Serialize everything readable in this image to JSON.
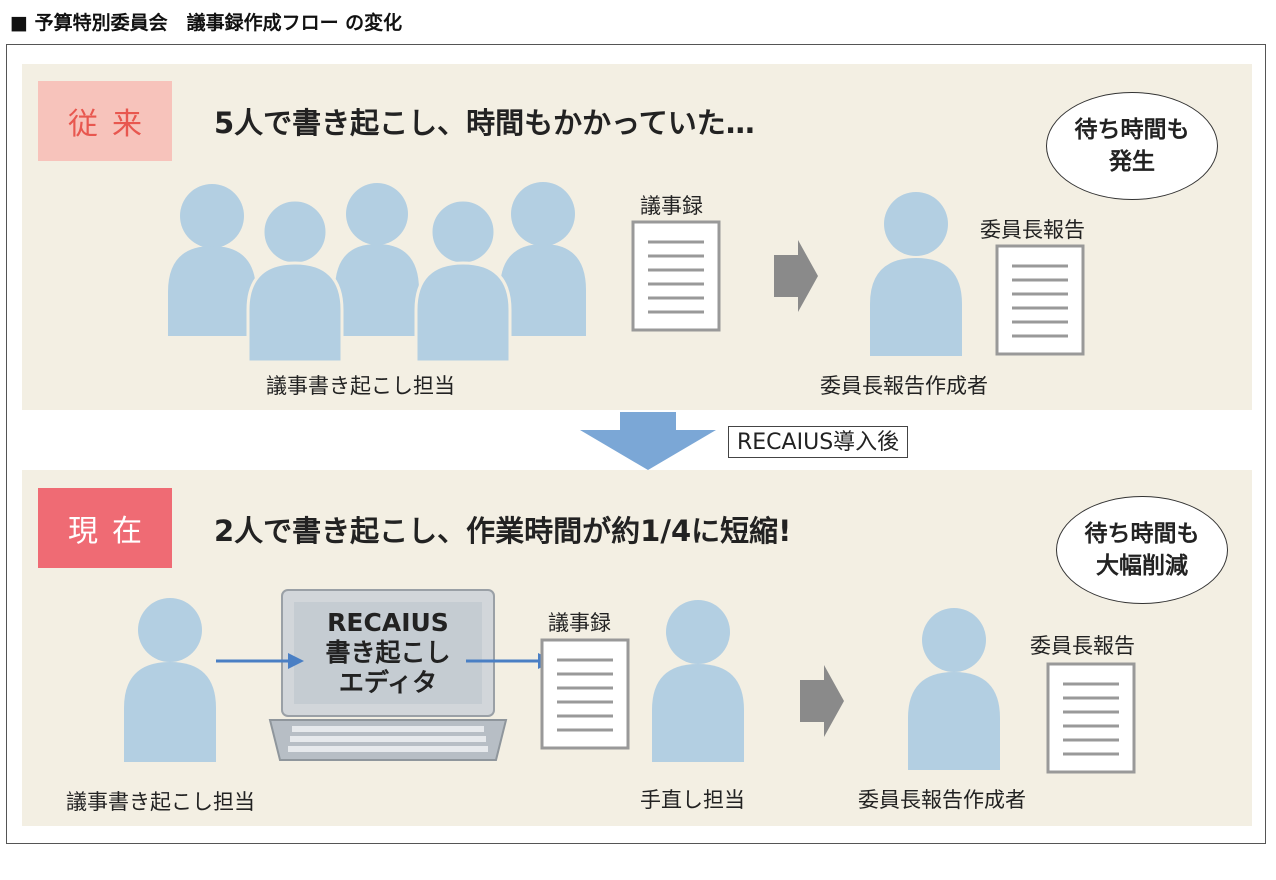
{
  "title": "■ 予算特別委員会　議事録作成フロー の変化",
  "before": {
    "tag": "従来",
    "headline": "5人で書き起こし、時間もかかっていた…",
    "bubble": [
      "待ち時間も",
      "発生"
    ],
    "labels": {
      "transcribers": "議事書き起こし担当",
      "minutes_doc": "議事録",
      "report_doc": "委員長報告",
      "reporter": "委員長報告作成者"
    }
  },
  "transition": {
    "label": "RECAIUS導入後"
  },
  "after": {
    "tag": "現在",
    "headline": "2人で書き起こし、作業時間が約1/4に短縮!",
    "bubble": [
      "待ち時間も",
      "大幅削減"
    ],
    "screen_text": [
      "RECAIUS",
      "書き起こし",
      "エディタ"
    ],
    "labels": {
      "transcriber": "議事書き起こし担当",
      "minutes_doc": "議事録",
      "editor": "手直し担当",
      "report_doc": "委員長報告",
      "reporter": "委員長報告作成者"
    }
  },
  "colors": {
    "panel_bg": "#f3efe3",
    "person": "#b3cfe2",
    "tag_before_bg": "#f7c3bb",
    "tag_before_text": "#e8574f",
    "tag_after_bg": "#ef6b74",
    "arrow_blue": "#7ba7d6",
    "flow_arrow": "#4a7fc4",
    "gray_arrow": "#8a8a8a"
  }
}
